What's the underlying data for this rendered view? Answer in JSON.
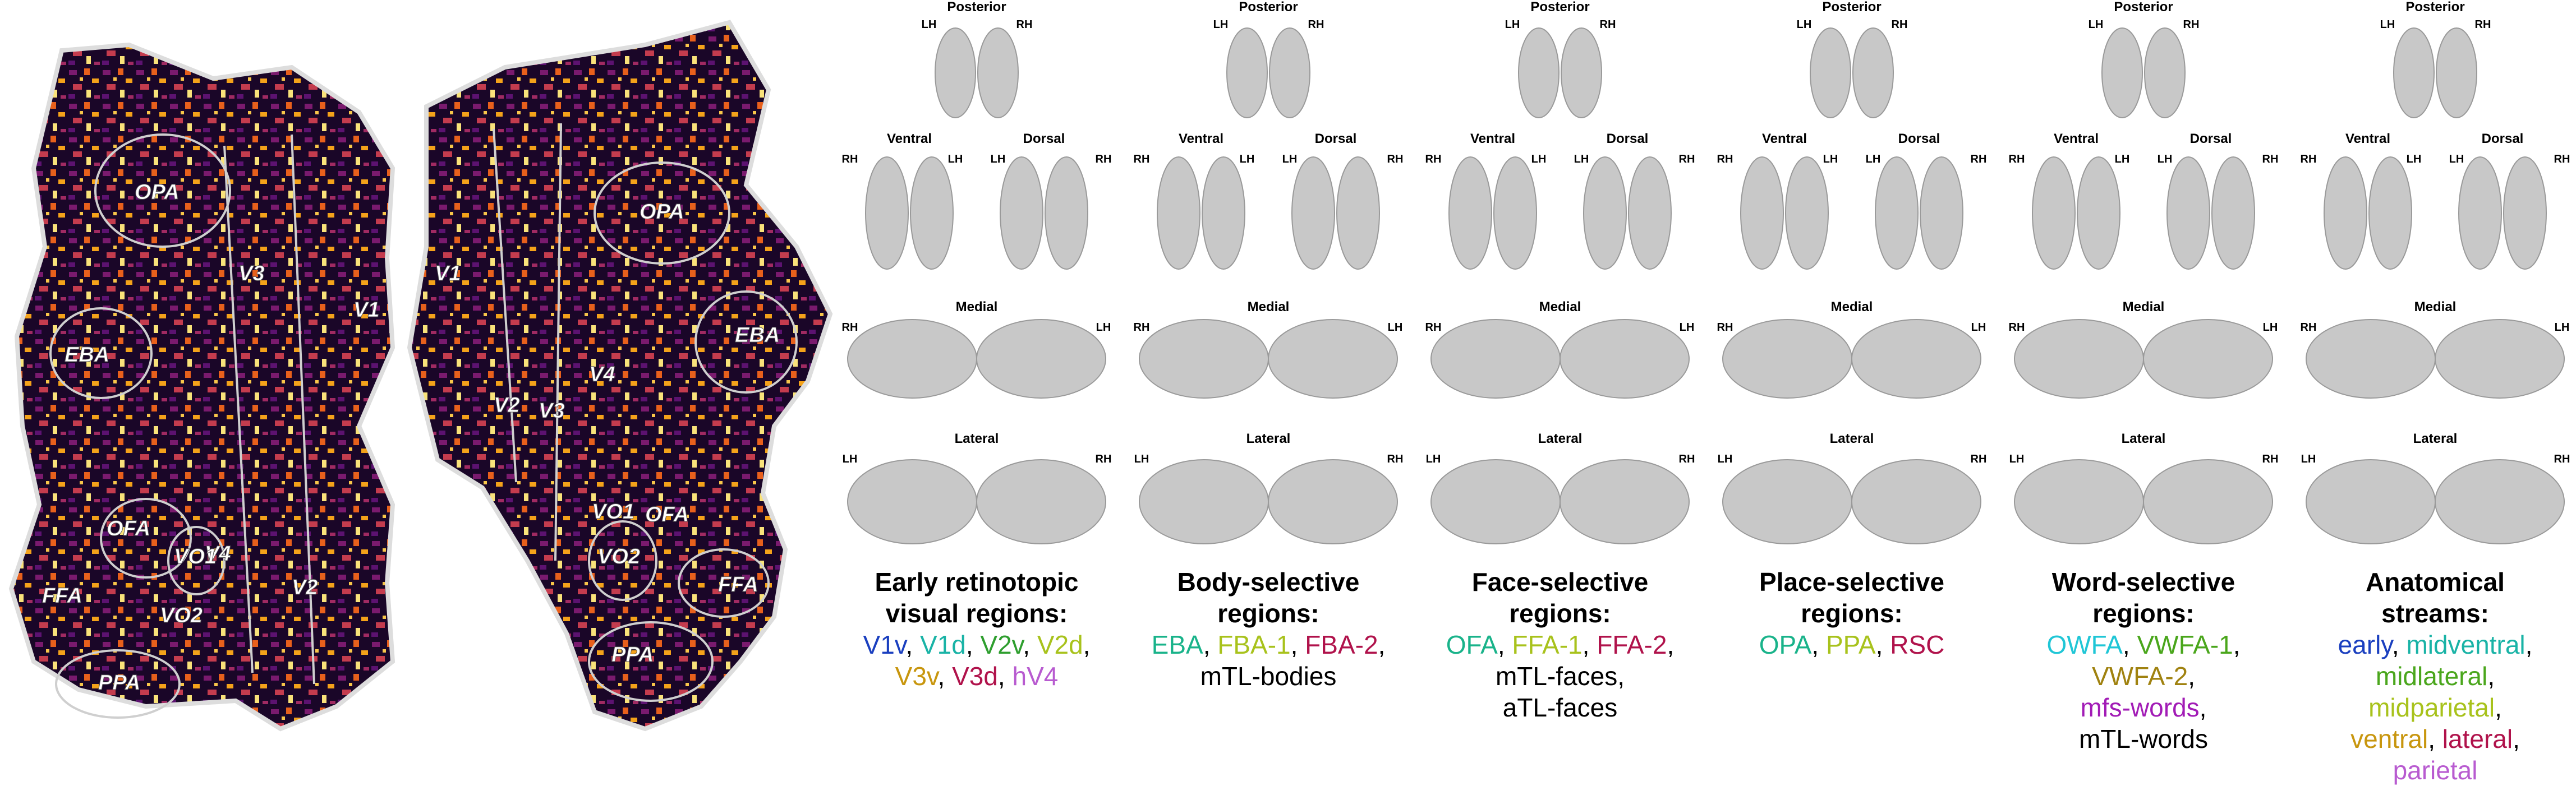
{
  "flatmap_labels": [
    "OPA",
    "V3",
    "V1",
    "EBA",
    "V4",
    "V2",
    "OFA",
    "VO1",
    "FFA",
    "VO2",
    "PPA"
  ],
  "flatmap_right_labels": [
    "V1",
    "OPA",
    "EBA",
    "V2",
    "V3",
    "V4",
    "VO1",
    "OFA",
    "VO2",
    "FFA",
    "PPA"
  ],
  "view_labels": {
    "posterior": "Posterior",
    "ventral": "Ventral",
    "dorsal": "Dorsal",
    "medial": "Medial",
    "lateral": "Lateral",
    "lh": "LH",
    "rh": "RH"
  },
  "colors": {
    "brain_gray": "#c8c8c8",
    "map_dark": "#1a0628",
    "map_hot": "#f4a21a"
  },
  "panels": [
    {
      "title_lines": [
        "Early retinotopic",
        "visual regions:"
      ],
      "roi_lines": [
        [
          {
            "t": "V1v",
            "c": "#1a3fbf"
          },
          {
            "t": "V1d",
            "c": "#19b3a6"
          },
          {
            "t": "V2v",
            "c": "#2e9e2e"
          },
          {
            "t": "V2d",
            "c": "#a8c21c"
          }
        ],
        [
          {
            "t": "V3v",
            "c": "#c8960e"
          },
          {
            "t": "V3d",
            "c": "#b0124b"
          },
          {
            "t": "hV4",
            "c": "#b85bd0"
          }
        ]
      ]
    },
    {
      "title_lines": [
        "Body-selective",
        "regions:"
      ],
      "roi_lines": [
        [
          {
            "t": "EBA",
            "c": "#19b38a"
          },
          {
            "t": "FBA-1",
            "c": "#a8c21c"
          },
          {
            "t": "FBA-2",
            "c": "#b0124b"
          }
        ],
        [
          {
            "t": "mTL-bodies",
            "c": "#000000"
          }
        ]
      ]
    },
    {
      "title_lines": [
        "Face-selective",
        "regions:"
      ],
      "roi_lines": [
        [
          {
            "t": "OFA",
            "c": "#19b38a"
          },
          {
            "t": "FFA-1",
            "c": "#a8c21c"
          },
          {
            "t": "FFA-2",
            "c": "#b0124b"
          }
        ],
        [
          {
            "t": "mTL-faces",
            "c": "#000000"
          }
        ],
        [
          {
            "t": "aTL-faces",
            "c": "#000000"
          }
        ]
      ]
    },
    {
      "title_lines": [
        "Place-selective",
        "regions:"
      ],
      "roi_lines": [
        [
          {
            "t": "OPA",
            "c": "#19b38a"
          },
          {
            "t": "PPA",
            "c": "#a8c21c"
          },
          {
            "t": "RSC",
            "c": "#b0124b"
          }
        ]
      ]
    },
    {
      "title_lines": [
        "Word-selective",
        "regions:"
      ],
      "roi_lines": [
        [
          {
            "t": "OWFA",
            "c": "#1fc6d6"
          },
          {
            "t": "VWFA-1",
            "c": "#4aa61c"
          }
        ],
        [
          {
            "t": "VWFA-2",
            "c": "#a08210"
          }
        ],
        [
          {
            "t": "mfs-words",
            "c": "#a21cb6"
          }
        ],
        [
          {
            "t": "mTL-words",
            "c": "#000000"
          }
        ]
      ]
    },
    {
      "title_lines": [
        "Anatomical",
        "streams:"
      ],
      "roi_lines": [
        [
          {
            "t": "early",
            "c": "#1a3fbf"
          },
          {
            "t": "midventral",
            "c": "#19b3a6"
          }
        ],
        [
          {
            "t": "midlateral",
            "c": "#4aa61c"
          }
        ],
        [
          {
            "t": "midparietal",
            "c": "#a8c21c"
          }
        ],
        [
          {
            "t": "ventral",
            "c": "#c8960e"
          },
          {
            "t": "lateral",
            "c": "#b0124b"
          }
        ],
        [
          {
            "t": "parietal",
            "c": "#b85bd0"
          }
        ]
      ]
    }
  ]
}
